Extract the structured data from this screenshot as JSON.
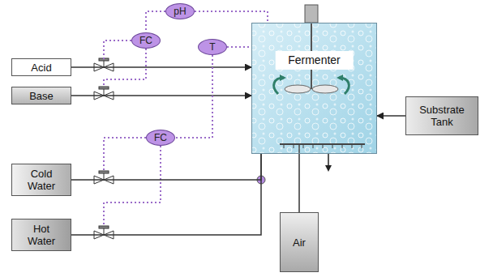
{
  "diagram": {
    "nodes": [
      {
        "text": [
          "pH"
        ]
      },
      {
        "text": [
          "FC"
        ]
      },
      {
        "text": [
          "T"
        ]
      },
      {
        "text": [
          "Acid"
        ]
      },
      {
        "text": [
          "Fermenter"
        ]
      },
      {
        "text": [
          "Base"
        ]
      },
      {
        "text": [
          "Substrate Tank"
        ]
      },
      {
        "text": [
          "FC"
        ]
      },
      {
        "text": [
          "Cold Water"
        ]
      },
      {
        "text": [
          "Hot Water"
        ]
      },
      {
        "text": [
          "Air"
        ]
      }
    ],
    "edges": [
      {
        "from": 3,
        "to": 4,
        "arrow": "to"
      },
      {
        "from": 5,
        "to": 4,
        "arrow": "to"
      },
      {
        "from": 6,
        "to": 4,
        "arrow": "to"
      },
      {
        "from": 8,
        "to": 4,
        "arrow": "none"
      },
      {
        "from": 9,
        "to": 4,
        "arrow": "none"
      },
      {
        "from": 10,
        "to": 4,
        "arrow": "none"
      },
      {
        "from": 0,
        "to": 4,
        "arrow": "none"
      },
      {
        "from": 0,
        "to": 1,
        "arrow": "none"
      },
      {
        "from": 2,
        "to": 4,
        "arrow": "none"
      },
      {
        "from": 2,
        "to": 7,
        "arrow": "none"
      }
    ]
  }
}
